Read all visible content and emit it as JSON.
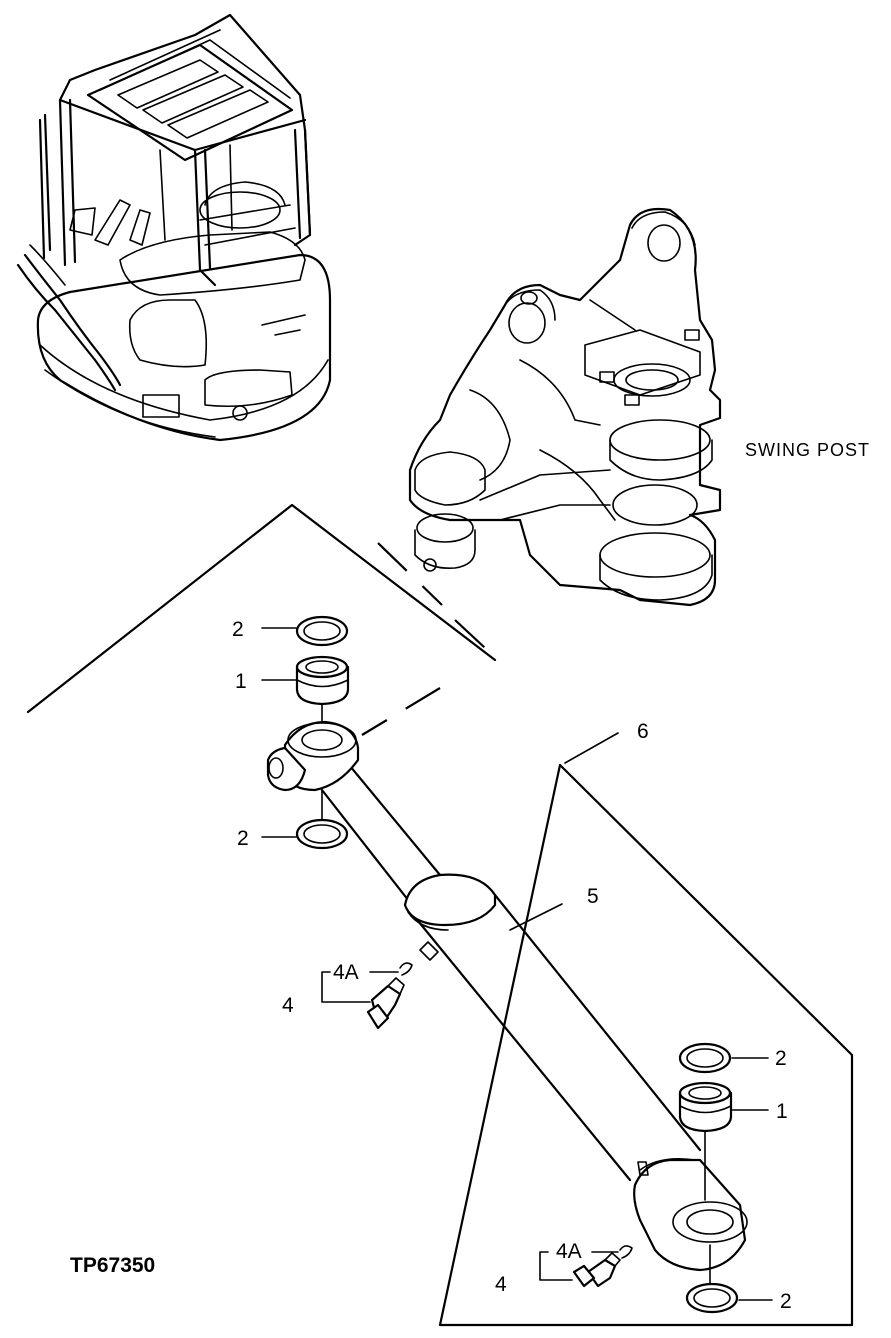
{
  "diagram": {
    "caption_swing_post": "SWING POST",
    "figure_code": "TP67350",
    "callouts": {
      "bushing_top": "1",
      "seal_top_upper": "2",
      "seal_top_lower": "2",
      "fitting_top": "4",
      "fitting_top_sub": "4A",
      "cylinder": "5",
      "assembly": "6",
      "seal_bottom_upper": "2",
      "bushing_bottom": "1",
      "seal_bottom_lower": "2",
      "fitting_bottom": "4",
      "fitting_bottom_sub": "4A"
    }
  }
}
